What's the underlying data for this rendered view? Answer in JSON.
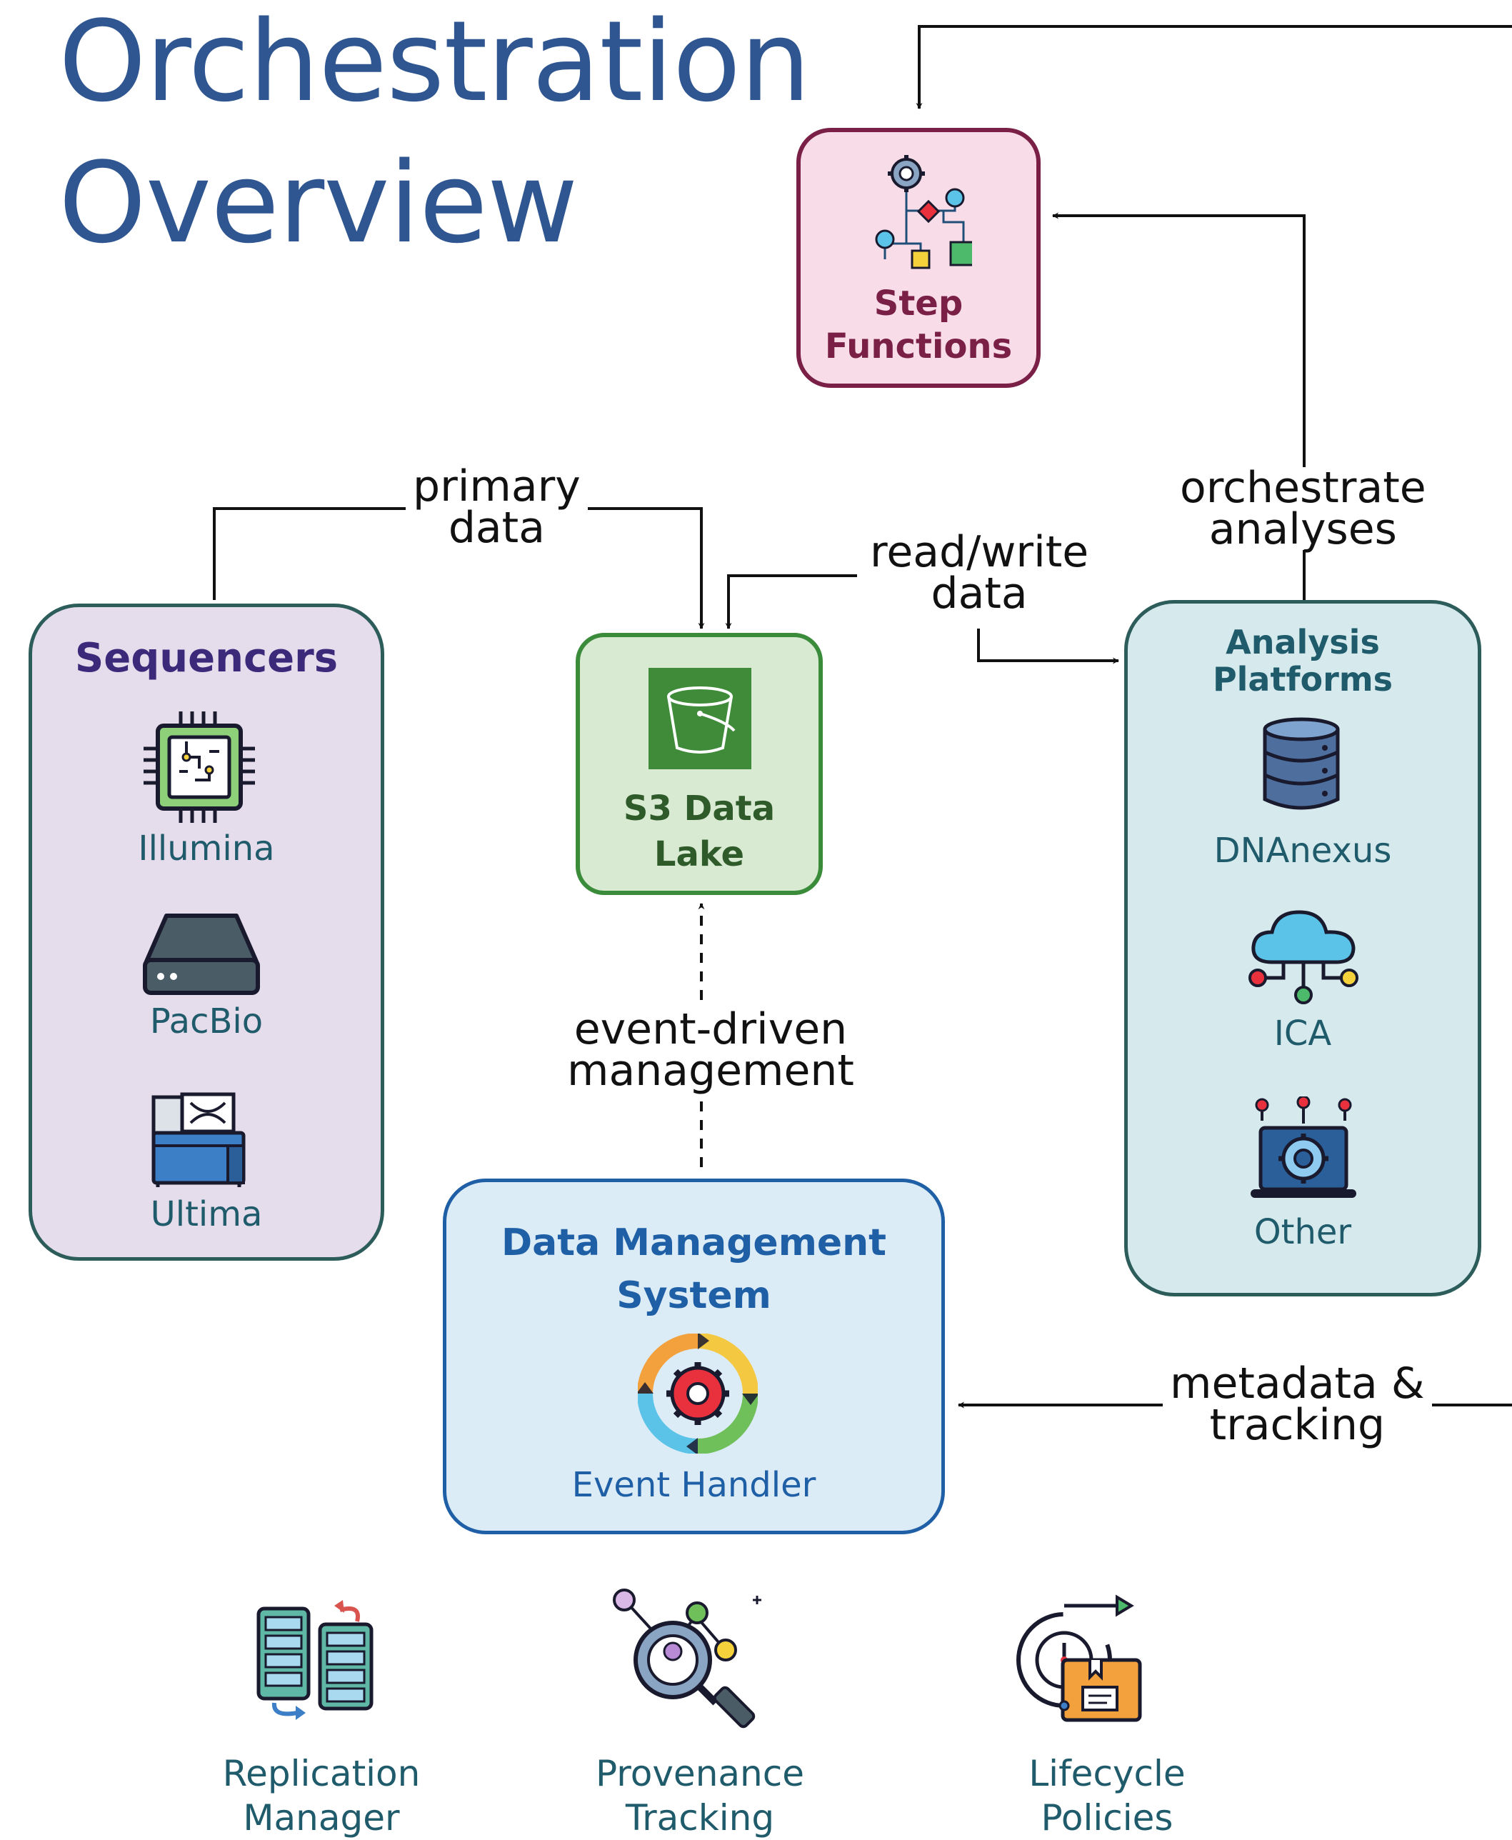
{
  "title": {
    "line1": "Orchestration",
    "line2": "Overview"
  },
  "nodes": {
    "step_functions": {
      "label_line1": "Step",
      "label_line2": "Functions",
      "icon": "workflow-icon"
    },
    "sequencers": {
      "title": "Sequencers",
      "items": [
        {
          "label": "Illumina",
          "icon": "chip-icon"
        },
        {
          "label": "PacBio",
          "icon": "sequencer-device-icon"
        },
        {
          "label": "Ultima",
          "icon": "dna-machine-icon"
        }
      ]
    },
    "s3": {
      "label_line1": "S3 Data",
      "label_line2": "Lake",
      "icon": "bucket-icon"
    },
    "analysis": {
      "title_line1": "Analysis",
      "title_line2": "Platforms",
      "items": [
        {
          "label": "DNAnexus",
          "icon": "database-icon"
        },
        {
          "label": "ICA",
          "icon": "cloud-network-icon"
        },
        {
          "label": "Other",
          "icon": "laptop-gear-icon"
        }
      ]
    },
    "dms": {
      "title_line1": "Data Management",
      "title_line2": "System",
      "sub": "Event Handler",
      "icon": "cycle-gear-icon"
    }
  },
  "edges": {
    "primary_data": {
      "line1": "primary",
      "line2": "data"
    },
    "read_write": {
      "line1": "read/write",
      "line2": "data"
    },
    "orchestrate": {
      "line1": "orchestrate",
      "line2": "analyses"
    },
    "event_driven": {
      "line1": "event-driven",
      "line2": "management"
    },
    "metadata": {
      "line1": "metadata &",
      "line2": "tracking"
    }
  },
  "features": [
    {
      "line1": "Replication",
      "line2": "Manager",
      "icon": "server-replication-icon"
    },
    {
      "line1": "Provenance",
      "line2": "Tracking",
      "icon": "magnifier-graph-icon"
    },
    {
      "line1": "Lifecycle",
      "line2": "Policies",
      "icon": "clock-box-icon"
    }
  ],
  "colors": {
    "title": "#2f5690",
    "step_functions_fill": "#f8dde8",
    "step_functions_border": "#7a1f46",
    "step_functions_text": "#7a1f46",
    "sequencers_fill": "#e5dcec",
    "sequencers_border": "#2d5d5b",
    "sequencers_title": "#3b2a7a",
    "s3_fill": "#d8ead2",
    "s3_border": "#3a8b3a",
    "s3_text": "#2f5a2a",
    "analysis_fill": "#d6eaee",
    "analysis_border": "#2d5d5b",
    "analysis_text": "#1f5b6b",
    "dms_fill": "#dcecf7",
    "dms_border": "#1f5fa6",
    "dms_text": "#1f5fa6",
    "feature_text": "#1f5b6b"
  }
}
